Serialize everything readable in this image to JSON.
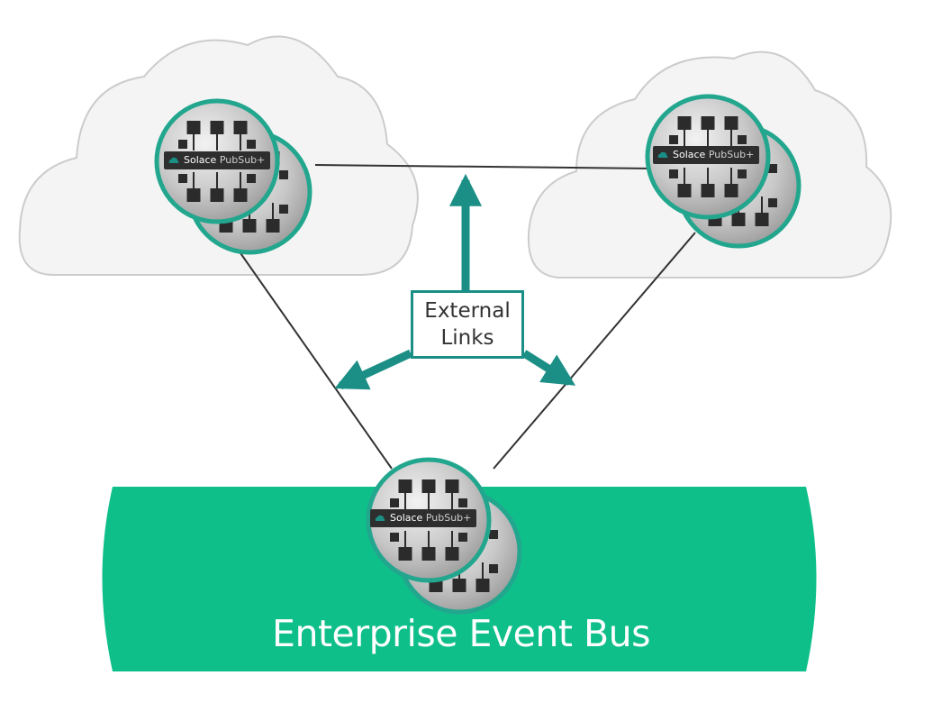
{
  "callout": {
    "line1": "External",
    "line2": "Links"
  },
  "bus": {
    "label": "Enterprise Event Bus"
  },
  "brokers": [
    {
      "name": "broker-left-cloud",
      "brand_name": "Solace",
      "brand_product": "PubSub+"
    },
    {
      "name": "broker-right-cloud",
      "brand_name": "Solace",
      "brand_product": "PubSub+"
    },
    {
      "name": "broker-event-bus",
      "brand_name": "Solace",
      "brand_product": "PubSub+"
    }
  ],
  "colors": {
    "teal": "#1b8f86",
    "bus_green": "#0fbf8a",
    "cloud_fill": "#f4f4f4",
    "cloud_stroke": "#cccccc",
    "ring": "#22a68e",
    "link_line": "#333333"
  }
}
